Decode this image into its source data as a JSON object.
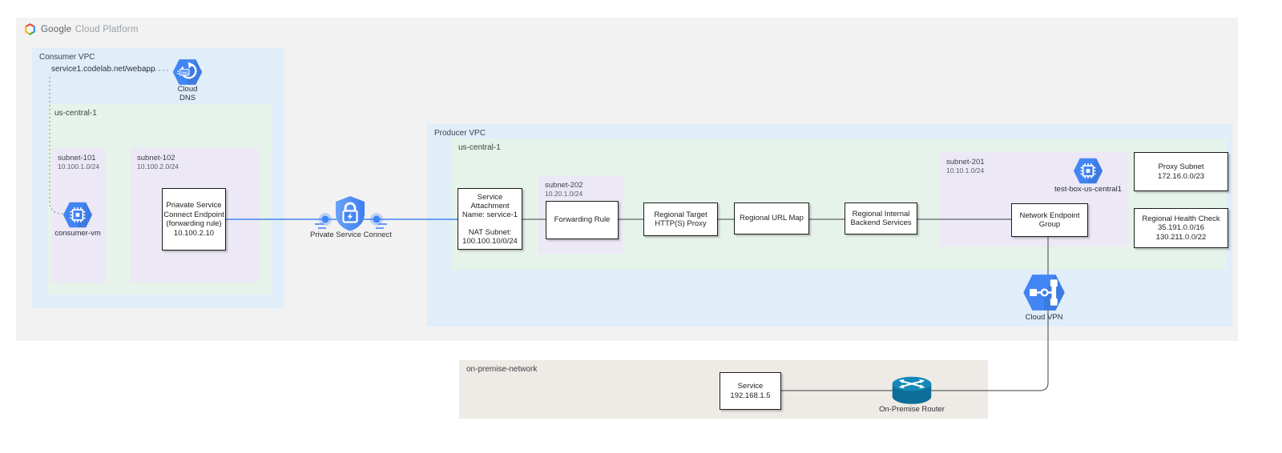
{
  "header": {
    "brand_google": "Google",
    "brand_rest": "Cloud Platform"
  },
  "consumer_vpc": {
    "label": "Consumer VPC",
    "hostname": "service1.codelab.net/webapp",
    "cloud_dns": {
      "label_line1": "Cloud",
      "label_line2": "DNS"
    },
    "region": {
      "label": "us-central-1",
      "subnet_101": {
        "name": "subnet-101",
        "cidr": "10.100.1.0/24",
        "vm_label": "consumer-vm"
      },
      "subnet_102": {
        "name": "subnet-102",
        "cidr": "10.100.2.0/24",
        "endpoint_box": {
          "lines": [
            "Priavate Service",
            "Connect Endpoint",
            "(forwarding rule)",
            "10.100.2.10"
          ]
        }
      }
    }
  },
  "psc": {
    "label": "Private Service Connect"
  },
  "producer_vpc": {
    "label": "Producer VPC",
    "region": {
      "label": "us-central-1",
      "service_attachment": {
        "lines": [
          "Service",
          "Attachment",
          "Name: service-1",
          "",
          "NAT Subnet:",
          "100.100.10/0/24"
        ]
      },
      "subnet_202": {
        "name": "subnet-202",
        "cidr": "10.20.1.0/24",
        "forwarding_rule": "Forwarding Rule"
      },
      "proxy_box": {
        "lines": [
          "Regional Target",
          "HTTP(S) Proxy"
        ]
      },
      "url_map": "Regional URL Map",
      "backend": {
        "lines": [
          "Regional Internal",
          "Backend Services"
        ]
      },
      "subnet_201": {
        "name": "subnet-201",
        "cidr": "10.10.1.0/24",
        "neg": {
          "lines": [
            "Network Endpoint",
            "Group"
          ]
        },
        "test_box_label": "test-box-us-central1"
      },
      "proxy_subnet": {
        "lines": [
          "Proxy Subnet",
          "172.16.0.0/23"
        ]
      },
      "health_check": {
        "lines": [
          "Regional Health Check",
          "35.191.0.0/16",
          "130.211.0.0/22"
        ]
      }
    },
    "cloud_vpn_label": "Cloud VPN"
  },
  "on_premise": {
    "label": "on-premise-network",
    "service_box": {
      "lines": [
        "Service",
        "192.168.1.5"
      ]
    },
    "router_label": "On-Premise Router"
  },
  "colors": {
    "zone_blue": "#e0eefa",
    "zone_green": "#e6f3ea",
    "zone_lavender": "#ece8f6",
    "zone_beige": "#eeeae5",
    "panel_gray": "#f2f2f2",
    "icon_blue": "#4285f4",
    "line_blue": "#4285f4",
    "line_gray": "#5f6368",
    "router_teal": "#0d6e98"
  }
}
